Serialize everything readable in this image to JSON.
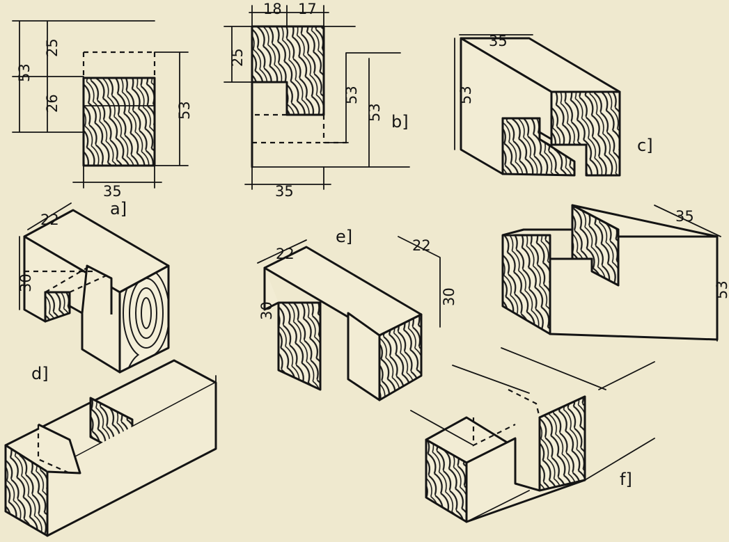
{
  "figures": {
    "a": {
      "label": "a]",
      "dims": {
        "top": "25",
        "mid": "26",
        "total_left": "53",
        "total_right": "53",
        "width": "35"
      }
    },
    "b": {
      "label": "b]",
      "dims": {
        "w1": "18",
        "w2": "17",
        "h1": "25",
        "h_inner": "53",
        "h_outer": "53",
        "width": "35"
      }
    },
    "c": {
      "label": "c]",
      "dims": {
        "width": "35",
        "height": "53"
      }
    },
    "d": {
      "label": "d]",
      "dims": {
        "width": "22",
        "height": "30"
      }
    },
    "e": {
      "label": "e]",
      "dims": {
        "w_left": "22",
        "w_right": "22",
        "h_left": "30",
        "h_right": "30"
      }
    },
    "f": {
      "label": "f]",
      "dims": {
        "width": "35",
        "height": "53"
      }
    }
  }
}
